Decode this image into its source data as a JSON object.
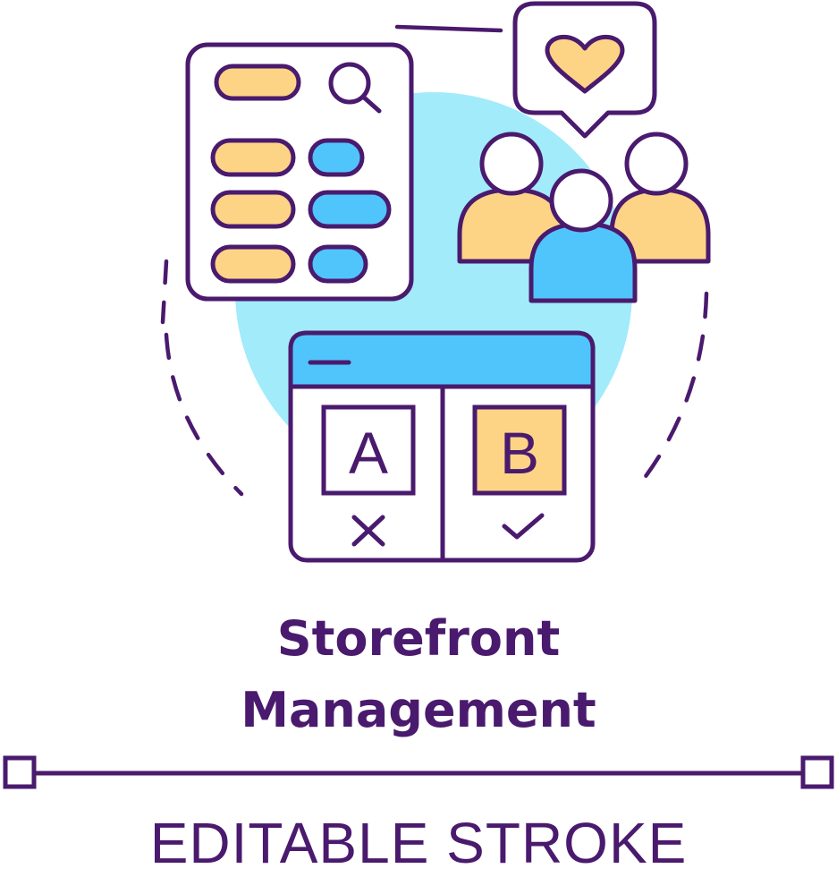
{
  "title": {
    "line1": "Storefront",
    "line2": "Management"
  },
  "caption": "EDITABLE STROKE",
  "letters": {
    "option_a": "A",
    "option_b": "B"
  },
  "icons": [
    "dashed-circle-icon",
    "catalog-list-icon",
    "search-icon",
    "speech-bubble-heart-icon",
    "customer-group-icon",
    "ab-test-window-icon",
    "cross-icon",
    "checkmark-icon"
  ],
  "colors": {
    "stroke": "#4a1a6e",
    "yellow": "#fdd485",
    "blue": "#50c5fb",
    "light_blue": "#a1ebfb",
    "white": "#ffffff"
  }
}
